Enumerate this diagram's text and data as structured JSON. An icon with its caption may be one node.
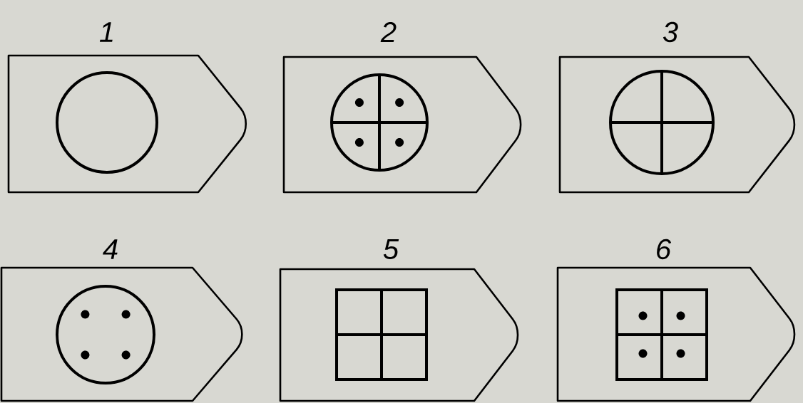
{
  "diagram": {
    "nodes": [
      {
        "text": [
          "1"
        ]
      },
      {
        "text": [
          "2"
        ]
      },
      {
        "text": [
          "3"
        ]
      },
      {
        "text": [
          "4"
        ]
      },
      {
        "text": [
          "5"
        ]
      },
      {
        "text": [
          "6"
        ]
      }
    ]
  }
}
